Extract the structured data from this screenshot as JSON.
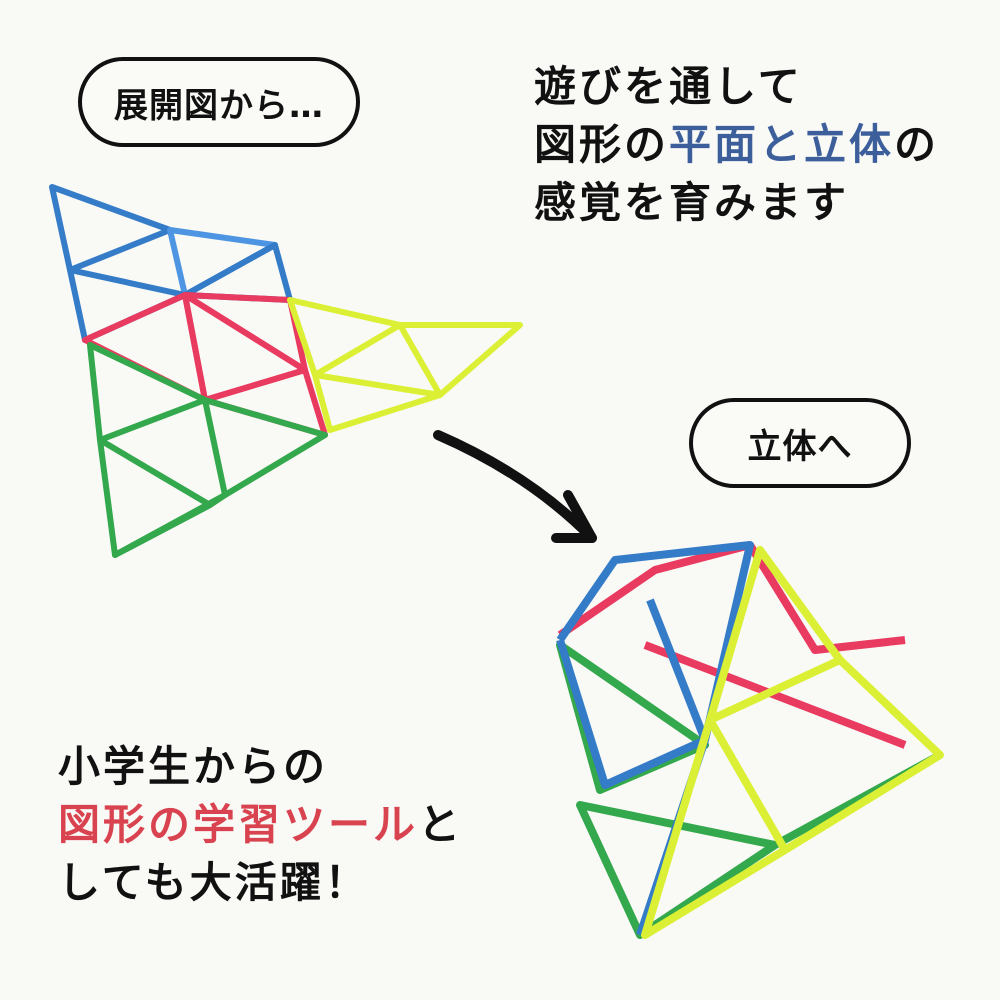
{
  "labels": {
    "net_pill": "展開図から…",
    "solid_pill": "立体へ"
  },
  "headline_top": {
    "line1": "遊びを通して",
    "line2_pre": "図形の",
    "line2_highlight": "平面と立体",
    "line2_post": "の",
    "line3": "感覚を育みます"
  },
  "headline_bottom": {
    "line1": "小学生からの",
    "line2_highlight": "図形の学習ツール",
    "line2_post": "と",
    "line3": "しても大活躍！"
  },
  "colors": {
    "background": "#f9f9f6",
    "text": "#111111",
    "accent_blue": "#3c5f9b",
    "accent_red": "#d8434f",
    "piece_blue": "#1f6fc4",
    "piece_red": "#e8264f",
    "piece_green": "#1ea03a",
    "piece_yellow": "#d8f020"
  },
  "images": {
    "net": "flat-triangle-net-of-colored-pieces",
    "arrow": "curved-arrow",
    "solid": "3d-pyramid-of-colored-pieces"
  }
}
